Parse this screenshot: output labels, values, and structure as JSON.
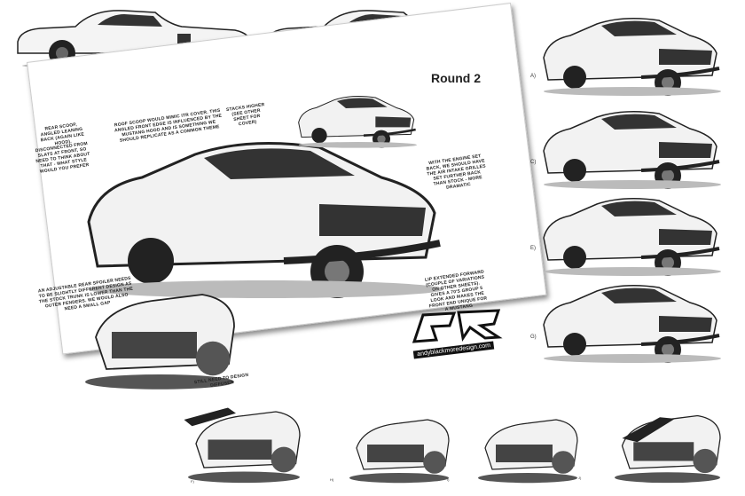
{
  "sheet": {
    "title": "Round 2",
    "notes": {
      "rear_scoop": "Rear scoop, angled leaning back (again like hood).",
      "disconnected": "Disconnected from slats at front, so need to think about that - what style would you prefer",
      "roof_scoop": "Roof scoop would mimic ITR cover. This angled front edge is influenced by the Mustang hood and is something we should replicate as a common theme",
      "stacks": "Stacks higher (see other sheet for cover)",
      "engine": "With the engine set back, we should have the air intake grilles set further back than stock - more dramatic",
      "spoiler": "An adjustable rear spoiler needs to be slightly different design as the stock trunk is lower than the outer fenders. We would also need a small gap",
      "lip": "Lip extended forward (couple of variations on other sheets). Gives a 70's group 5 look and makes the front end unique for a Mustang",
      "diffuser": "Still need to design diffuser"
    },
    "logo_text": "RTR",
    "url": "andyblackmoredesign.com"
  },
  "side_labels": [
    "A)",
    "C)",
    "E)",
    "G)"
  ],
  "bottom_labels": [
    "F)",
    "H)",
    "I)",
    "J)"
  ],
  "colors": {
    "ink": "#222222",
    "paper": "#ffffff",
    "shadow": "#555555"
  }
}
